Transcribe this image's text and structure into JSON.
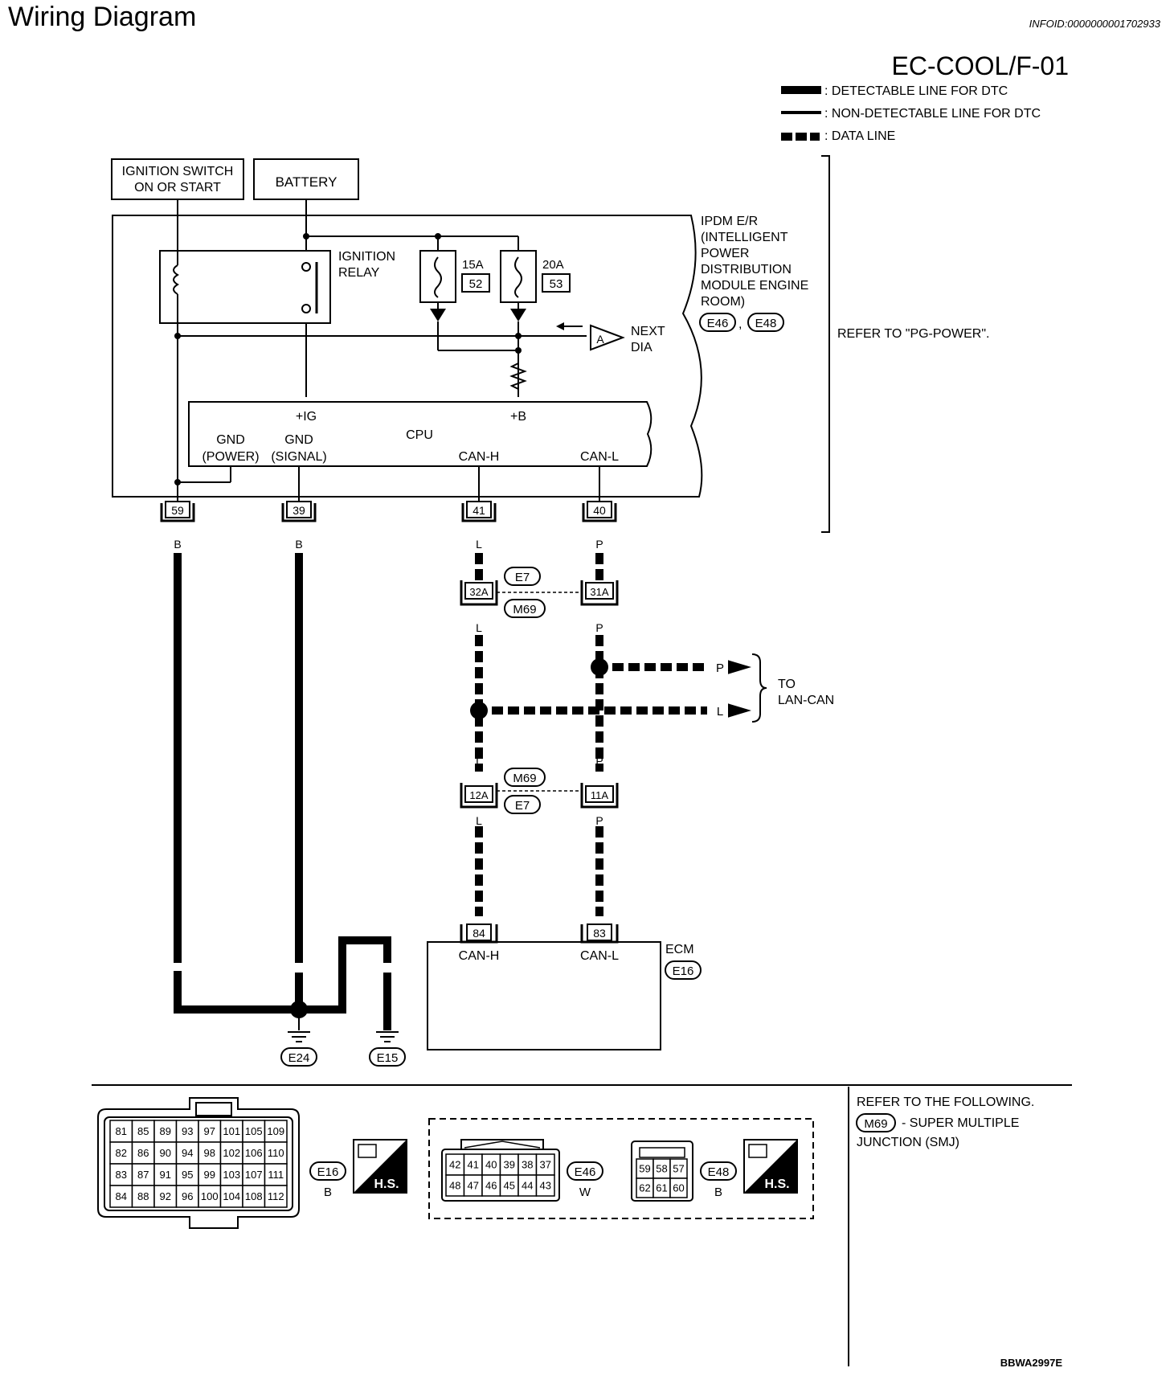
{
  "header": {
    "title": "Wiring Diagram",
    "info_id": "INFOID:0000000001702933",
    "diagram_code": "EC-COOL/F-01"
  },
  "legend": {
    "detectable": ": DETECTABLE LINE FOR DTC",
    "non_detectable": ": NON-DETECTABLE LINE FOR DTC",
    "data_line": ": DATA LINE"
  },
  "power": {
    "ignition_switch_1": "IGNITION SWITCH",
    "ignition_switch_2": "ON OR START",
    "battery": "BATTERY"
  },
  "ipdm": {
    "relay_1": "IGNITION",
    "relay_2": "RELAY",
    "fuse1_amp": "15A",
    "fuse1_num": "52",
    "fuse2_amp": "20A",
    "fuse2_num": "53",
    "name_1": "IPDM E/R",
    "name_2": "(INTELLIGENT",
    "name_3": "POWER",
    "name_4": "DISTRIBUTION",
    "name_5": "MODULE ENGINE",
    "name_6": "ROOM)",
    "conn_a": "E46",
    "comma": ",",
    "conn_b": "E48",
    "next_letter": "A",
    "next_1": "NEXT",
    "next_2": "DIA",
    "refer": "REFER TO \"PG-POWER\"."
  },
  "cpu": {
    "label": "CPU",
    "ig": "+IG",
    "b": "+B",
    "gnd_power_1": "GND",
    "gnd_power_2": "(POWER)",
    "gnd_signal_1": "GND",
    "gnd_signal_2": "(SIGNAL)",
    "can_h": "CAN-H",
    "can_l": "CAN-L"
  },
  "terminals": {
    "t59": "59",
    "t39": "39",
    "t41": "41",
    "t40": "40",
    "t32a": "32A",
    "t31a": "31A",
    "t12a": "12A",
    "t11a": "11A",
    "t84": "84",
    "t83": "83"
  },
  "wire_colors": {
    "b": "B",
    "l": "L",
    "p": "P"
  },
  "junctions": {
    "e7": "E7",
    "m69": "M69"
  },
  "lan": {
    "to": "TO",
    "lan_can": "LAN-CAN"
  },
  "ecm": {
    "label": "ECM",
    "conn": "E16",
    "can_h": "CAN-H",
    "can_l": "CAN-L"
  },
  "grounds": {
    "g1": "E24",
    "g2": "E15"
  },
  "connectors": {
    "e16": {
      "id": "E16",
      "color": "B",
      "rows": [
        [
          "81",
          "85",
          "89",
          "93",
          "97",
          "101",
          "105",
          "109"
        ],
        [
          "82",
          "86",
          "90",
          "94",
          "98",
          "102",
          "106",
          "110"
        ],
        [
          "83",
          "87",
          "91",
          "95",
          "99",
          "103",
          "107",
          "111"
        ],
        [
          "84",
          "88",
          "92",
          "96",
          "100",
          "104",
          "108",
          "112"
        ]
      ]
    },
    "e46": {
      "id": "E46",
      "color": "W",
      "rows": [
        [
          "42",
          "41",
          "40",
          "39",
          "38",
          "37"
        ],
        [
          "48",
          "47",
          "46",
          "45",
          "44",
          "43"
        ]
      ]
    },
    "e48": {
      "id": "E48",
      "color": "B",
      "rows": [
        [
          "59",
          "58",
          "57"
        ],
        [
          "62",
          "61",
          "60"
        ]
      ]
    },
    "hs": "H.S."
  },
  "refer_following": {
    "line1": "REFER TO THE FOLLOWING.",
    "conn": "M69",
    "line2": "- SUPER MULTIPLE",
    "line3": "JUNCTION (SMJ)"
  },
  "figure_id": "BBWA2997E"
}
